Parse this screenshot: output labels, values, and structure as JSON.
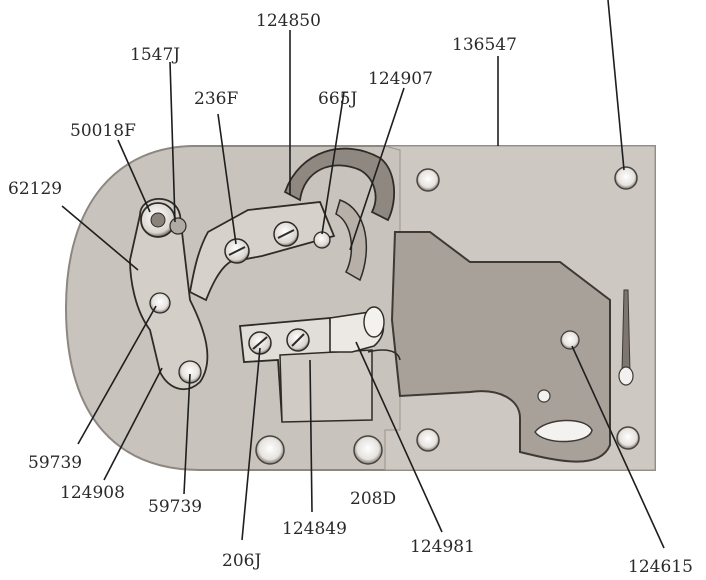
{
  "labels": {
    "l_136547": "136547",
    "l_124850": "124850",
    "l_1547J": "1547J",
    "l_124907": "124907",
    "l_665J": "665J",
    "l_236F": "236F",
    "l_50018F": "50018F",
    "l_62129": "62129",
    "l_59739_left": "59739",
    "l_124908": "124908",
    "l_59739_bottom": "59739",
    "l_206J": "206J",
    "l_124849": "124849",
    "l_208D": "208D",
    "l_124981": "124981",
    "l_124615": "124615"
  },
  "colors": {
    "plate": "#c9c3bd",
    "plate_dark": "#9d968f",
    "ink": "#1e1e1e",
    "hole": "#f2f0ee"
  }
}
